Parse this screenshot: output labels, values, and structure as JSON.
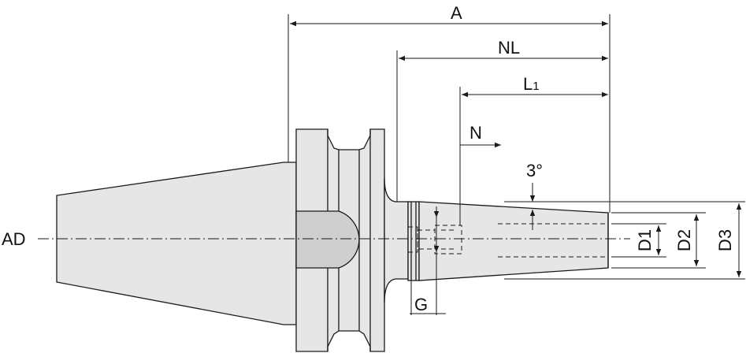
{
  "drawing": {
    "dimensions": {
      "A": "A",
      "NL": "NL",
      "L1_main": "L",
      "L1_sub": "1",
      "N": "N",
      "angle": "3°",
      "G": "G",
      "AD": "AD",
      "D1": "D1",
      "D2": "D2",
      "D3": "D3"
    },
    "colors": {
      "body_fill": "#e6e6e6",
      "body_dark": "#cfcfcf",
      "line": "#1a1a1a"
    }
  }
}
